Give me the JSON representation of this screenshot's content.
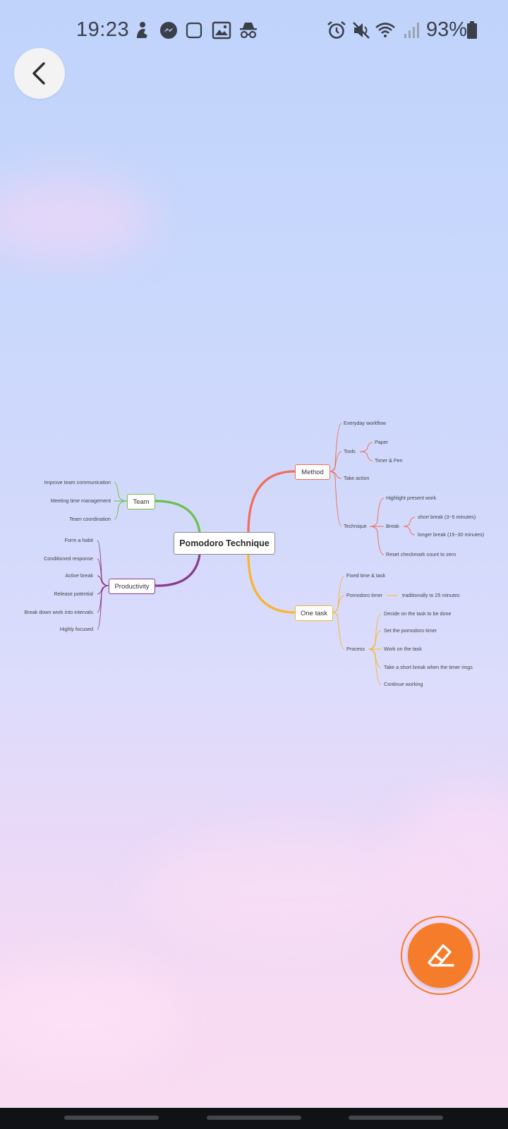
{
  "status_bar": {
    "time": "19:23",
    "battery": "93%",
    "icons": [
      "person-icon",
      "messenger-icon",
      "square-icon",
      "image-icon",
      "incognito-icon",
      "alarm-icon",
      "mute-icon",
      "wifi-icon",
      "signal-icon",
      "battery-icon"
    ]
  },
  "back_button": {
    "icon": "chevron-left-icon"
  },
  "mindmap": {
    "root": "Pomodoro Technique",
    "branches": {
      "team": {
        "label": "Team",
        "color": "#6cc04a",
        "items": [
          "Improve team communication",
          "Meeting time management",
          "Team coordination"
        ]
      },
      "productivity": {
        "label": "Productivity",
        "color": "#8b3a8a",
        "items": [
          "Form a habit",
          "Conditioned response",
          "Active break",
          "Release potential",
          "Break down work into intervals",
          "Highly focused"
        ]
      },
      "method": {
        "label": "Method",
        "color": "#f26d5b",
        "everyday": "Everyday workflow",
        "tools": {
          "label": "Tools",
          "items": [
            "Paper",
            "Timer & Pen"
          ]
        },
        "take_action": "Take action",
        "technique": {
          "label": "Technique",
          "highlight": "Highlight present work",
          "break": {
            "label": "Break",
            "items": [
              "short break (3~5 minutes)",
              "longer break (15~30 minutes)"
            ]
          },
          "reset": "Reset checkmark count to zero"
        }
      },
      "one_task": {
        "label": "One task",
        "color": "#f7b52c",
        "fixed": "Fixed time & task",
        "pomodoro_timer": {
          "label": "Pomodoro timer",
          "value": "traditionally to 25 minutes"
        },
        "process": {
          "label": "Process",
          "items": [
            "Decide on the task to be done",
            "Set the pomodoro timer",
            "Work on the task",
            "Take a short break when the timer rings",
            "Continue working"
          ]
        }
      }
    }
  },
  "fab": {
    "icon": "eraser-edit-icon",
    "color": "#f57c2a"
  }
}
